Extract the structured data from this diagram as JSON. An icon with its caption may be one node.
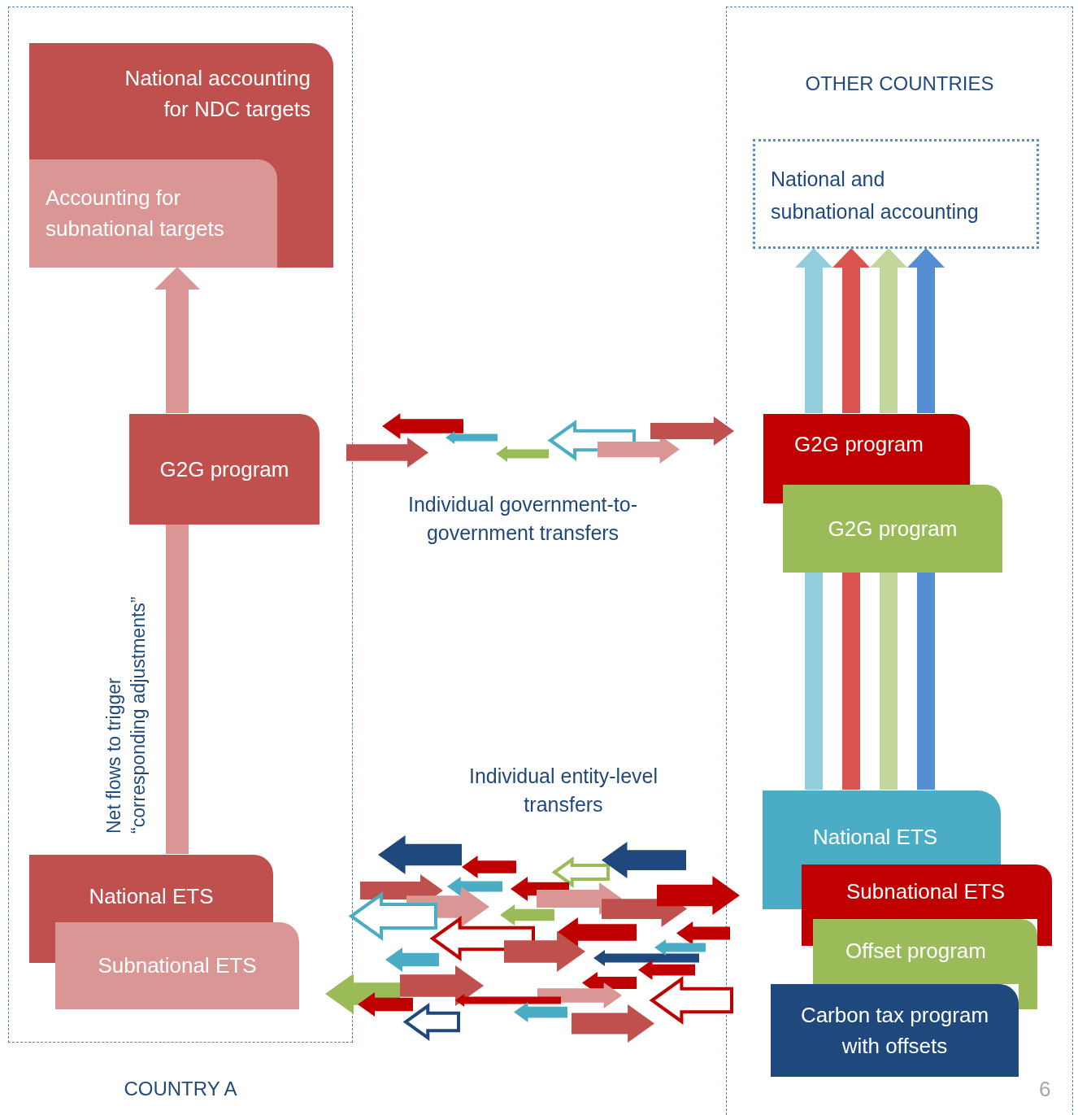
{
  "diagram": {
    "nodes": [
      {
        "text": [
          "COUNTRY A"
        ]
      },
      {
        "text": [
          "National accounting for NDC targets"
        ],
        "in": 0
      },
      {
        "text": [
          "Accounting for subnational targets"
        ],
        "in": 1
      },
      {
        "text": [
          "G2G program"
        ],
        "in": 0
      },
      {
        "text": [
          "National ETS"
        ],
        "in": 0
      },
      {
        "text": [
          "Subnational ETS"
        ],
        "in": 0
      },
      {
        "text": [
          "OTHER COUNTRIES"
        ]
      },
      {
        "text": [
          "National and subnational accounting"
        ],
        "in": 6
      },
      {
        "text": [
          "G2G program"
        ],
        "in": 6
      },
      {
        "text": [
          "G2G program"
        ],
        "in": 6
      },
      {
        "text": [
          "National ETS"
        ],
        "in": 6
      },
      {
        "text": [
          "Subnational ETS"
        ],
        "in": 6
      },
      {
        "text": [
          "Offset program"
        ],
        "in": 6
      },
      {
        "text": [
          "Carbon tax program with offsets"
        ],
        "in": 6
      }
    ],
    "edges": [
      {
        "from": 4,
        "to": 3,
        "arrow": "none",
        "label": "Net flows to trigger “corresponding adjustments”",
        "color": "#d99694"
      },
      {
        "from": 3,
        "to": 1,
        "arrow": "to",
        "color": "#d99694"
      },
      {
        "from": 10,
        "to": 9,
        "arrow": "none",
        "color": "#92cddc"
      },
      {
        "from": 10,
        "to": 9,
        "arrow": "none",
        "color": "#d9534f"
      },
      {
        "from": 10,
        "to": 9,
        "arrow": "none",
        "color": "#c3d69b"
      },
      {
        "from": 10,
        "to": 9,
        "arrow": "none",
        "color": "#558ed5"
      },
      {
        "from": 8,
        "to": 7,
        "arrow": "to",
        "color": "#92cddc"
      },
      {
        "from": 8,
        "to": 7,
        "arrow": "to",
        "color": "#d9534f"
      },
      {
        "from": 8,
        "to": 7,
        "arrow": "to",
        "color": "#c3d69b"
      },
      {
        "from": 8,
        "to": 7,
        "arrow": "to",
        "color": "#558ed5"
      }
    ],
    "labels": [
      "Individual government-to-government transfers",
      "Individual entity-level transfers",
      "6"
    ]
  }
}
